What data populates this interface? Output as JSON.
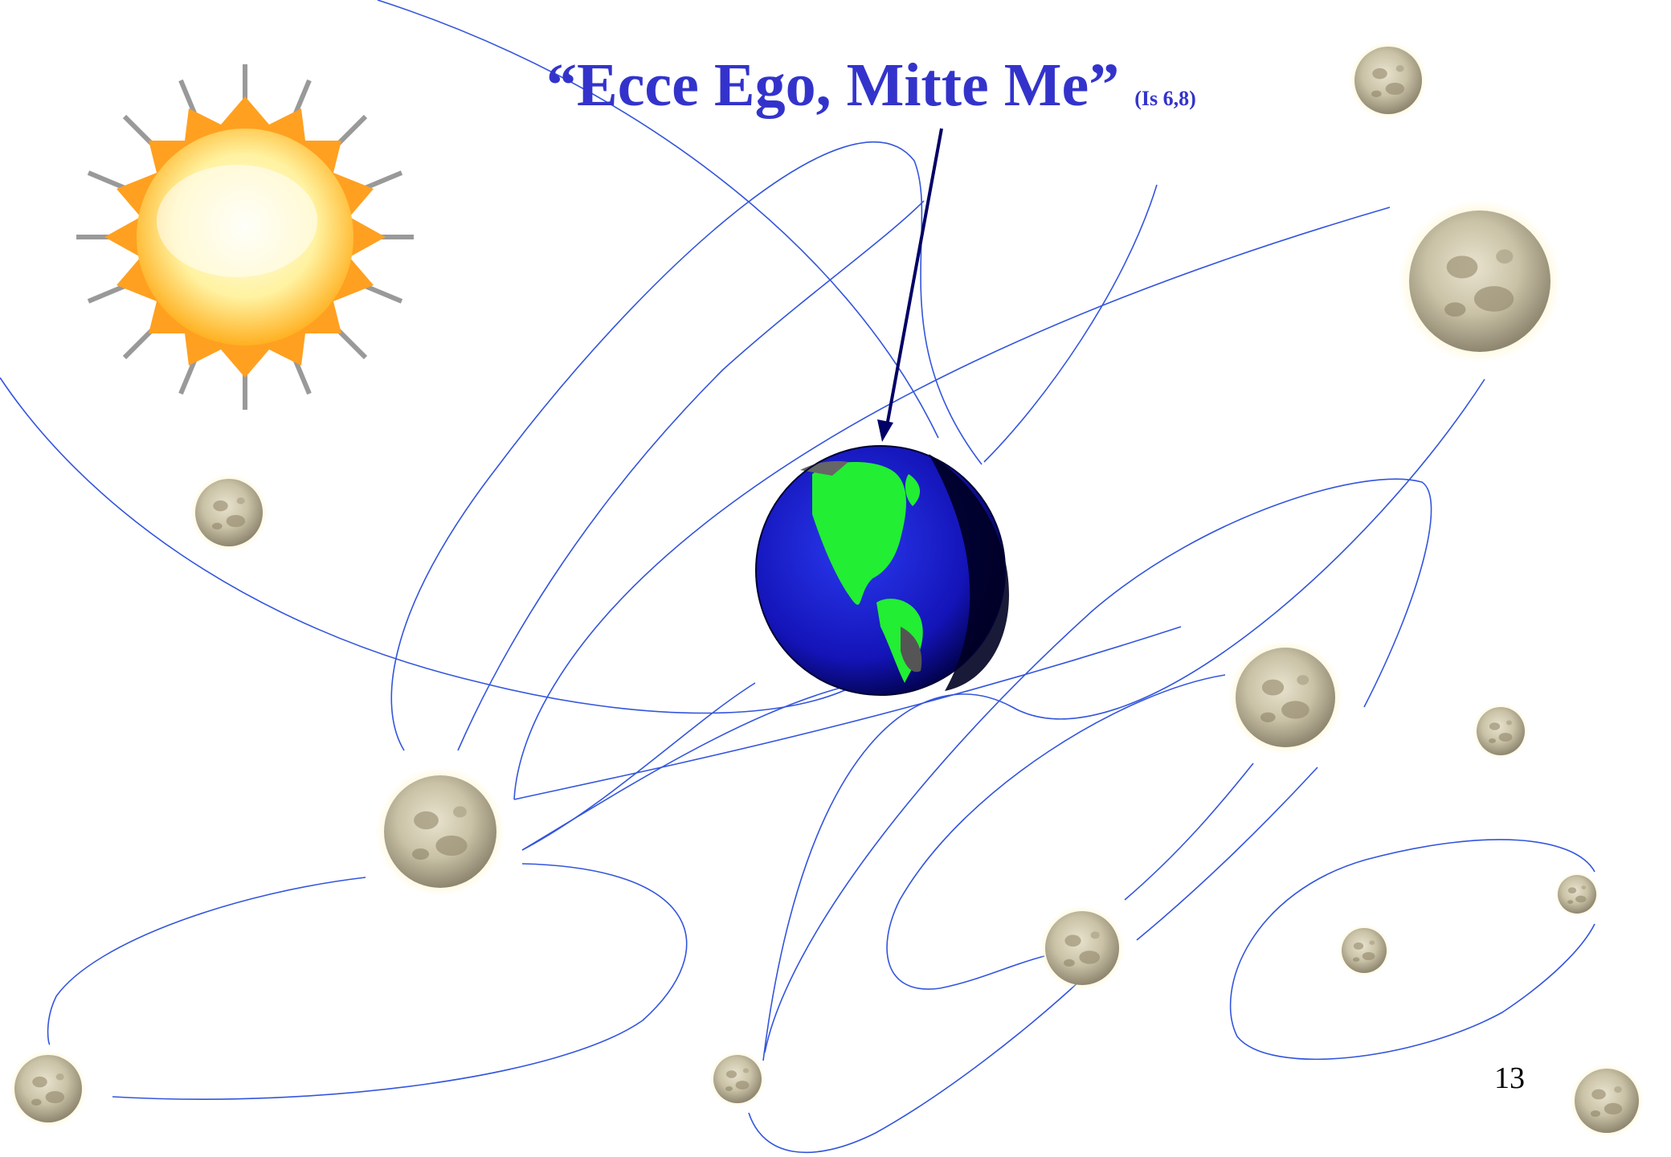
{
  "slide": {
    "title": "“Ecce Ego, Mitte Me”",
    "reference": "(Is 6,8)",
    "page_number": "13"
  },
  "colors": {
    "title": "#3333cc",
    "orbit_lines": "#3355dd",
    "arrow": "#000066",
    "ocean": "#1a1acc",
    "land": "#22ee33",
    "moon": "#c9c2a6"
  },
  "icons": [
    "sun-icon",
    "earth-globe-icon",
    "moon-icon",
    "arrow-icon"
  ]
}
